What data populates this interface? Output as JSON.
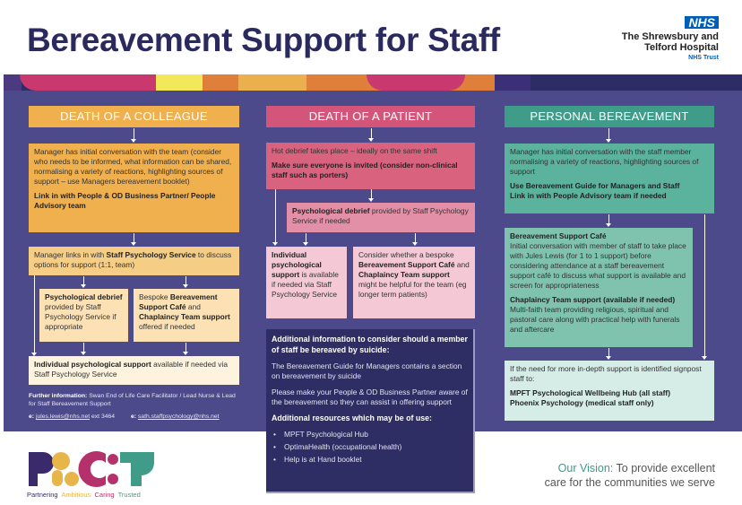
{
  "header": {
    "title": "Bereavement Support for Staff",
    "nhs_badge": "NHS",
    "org_line1": "The Shrewsbury and",
    "org_line2": "Telford Hospital",
    "org_line3": "NHS Trust"
  },
  "colors": {
    "panel": "#4d4a8b",
    "colleague": "#f0b04e",
    "patient": "#d3557a",
    "personal": "#3f9c89",
    "dark": "#2e2d64"
  },
  "colleague": {
    "heading": "DEATH OF A COLLEAGUE",
    "box1_text": "Manager has initial conversation with the team (consider who needs to be informed, what information can be shared, normalising a variety of reactions, highlighting sources of support – use Managers bereavement booklet)",
    "box1_bold": "Link in with People & OD Business Partner/ People Advisory team",
    "box2_pre": "Manager links in with ",
    "box2_bold": "Staff Psychology Service",
    "box2_post": " to discuss options for support (1:1, team)",
    "debrief_bold": "Psychological debrief",
    "debrief_text": " provided by Staff Psychology Service if appropriate",
    "cafe_pre": "Bespoke ",
    "cafe_bold1": "Bereavement Support Café",
    "cafe_mid": " and ",
    "cafe_bold2": "Chaplaincy Team support",
    "cafe_post": " offered if needed",
    "individual_bold": "Individual psychological support",
    "individual_text": " available if needed via Staff Psychology Service",
    "further_label": "Further information:",
    "further_text": " Swan End of Life Care Facilitator / Lead Nurse & Lead for Staff Bereavement Support",
    "email1_label": "e:",
    "email1": "jules.lewis@nhs.net",
    "email1_ext": " ext 3464",
    "email2_label": "e:",
    "email2": "sath.staffpsychology@nhs.net"
  },
  "patient": {
    "heading": "DEATH OF A PATIENT",
    "box1_text": "Hot debrief takes place – ideally on the same shift",
    "box1_bold": "Make sure everyone is invited (consider non-clinical staff such as porters)",
    "box2_bold": "Psychological debrief",
    "box2_text": " provided by Staff Psychology Service if needed",
    "individual_bold": "Individual psychological support",
    "individual_text": " is available if needed via Staff Psychology Service",
    "consider_pre": "Consider whether a bespoke ",
    "consider_bold1": "Bereavement Support Café",
    "consider_mid": " and ",
    "consider_bold2": "Chaplaincy Team support",
    "consider_post": " might be helpful for the team (eg longer term patients)"
  },
  "suicide": {
    "heading": "Additional information to consider should a member of staff be bereaved by suicide:",
    "para1": "The Bereavement Guide for Managers contains a section on bereavement by suicide",
    "para2": "Please make your People & OD Business Partner aware of the bereavement so they can assist in offering support",
    "resources_heading": "Additional resources which may be of use:",
    "resources": [
      "MPFT Psychological Hub",
      "OptimaHealth (occupational health)",
      "Help is at Hand booklet"
    ]
  },
  "personal": {
    "heading": "PERSONAL BEREAVEMENT",
    "box1_text": "Manager has initial conversation with the staff member normalising a variety of reactions, highlighting sources of support",
    "box1_bold1": "Use Bereavement Guide for Managers and Staff",
    "box1_bold2": "Link in with People Advisory team if needed",
    "cafe_title": "Bereavement Support Café",
    "cafe_text": "Initial conversation with member of staff to take place with Jules Lewis (for 1 to 1 support) before considering attendance at a staff bereavement support café to discuss what support is available and screen for appropriateness",
    "chaplaincy_title": "Chaplaincy Team support (available if needed)",
    "chaplaincy_text": "Multi-faith team providing religious, spiritual and pastoral care along with practical help with funerals and aftercare",
    "box3_text": "If the need for more in-depth support is identified signpost staff to:",
    "box3_bold1": "MPFT Psychological Wellbeing Hub (all staff)",
    "box3_bold2": "Phoenix Psychology (medical staff only)"
  },
  "footer": {
    "logo_text": "PACT",
    "values": [
      "Partnering",
      "Ambitious",
      "Caring",
      "Trusted"
    ],
    "vision_label": "Our Vision:",
    "vision_line1": " To provide excellent",
    "vision_line2": "care for the communities we serve"
  }
}
